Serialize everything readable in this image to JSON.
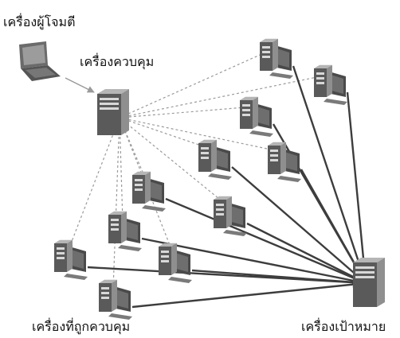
{
  "labels": {
    "attacker": "เครื่องผู้โจมตี",
    "controller": "เครื่องควบคุม",
    "bots": "เครื่องที่ถูกควบคุม",
    "target": "เครื่องเป้าหมาย"
  },
  "colors": {
    "command_arrow": "#9a9a9a",
    "attack_arrow": "#3d3d3d",
    "tower_front": "#5a5a5a",
    "tower_side": "#8f8f8f",
    "tower_top": "#b5b5b5",
    "monitor": "#4a4a4a",
    "laptop": "#6b6b6b"
  }
}
